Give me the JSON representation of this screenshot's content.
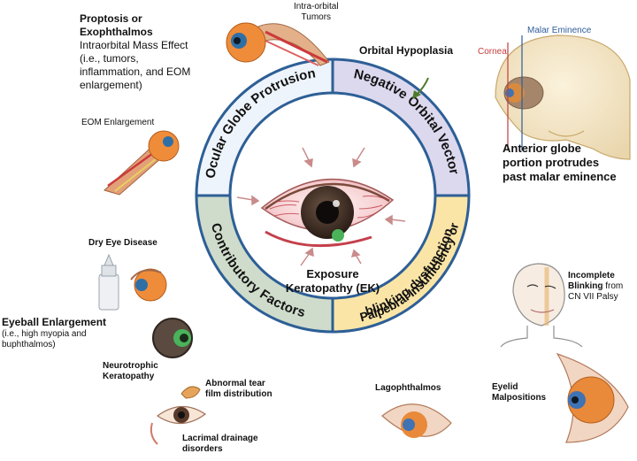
{
  "center": {
    "line1": "Exposure",
    "line2": "Keratopathy (EK)"
  },
  "quadrants": {
    "top_left": "Ocular Globe Protrusion",
    "top_right": "Negative Orbital Vector",
    "bottom_left": "Contributory Factors",
    "bottom_right_line1": "Palpebral Insufficiency or",
    "bottom_right_line2": "blinking dysfunction"
  },
  "labels": {
    "proptosis_title_1": "Proptosis or",
    "proptosis_title_2": "Exophthalmos",
    "proptosis_desc_1": "Intraorbital Mass Effect",
    "proptosis_desc_2": "(i.e., tumors,",
    "proptosis_desc_3": "inflammation, and EOM",
    "proptosis_desc_4": "enlargement)",
    "intraorbital_1": "Intra-orbital",
    "intraorbital_2": "Tumors",
    "orbital_hypoplasia": "Orbital Hypoplasia",
    "malar_eminence": "Malar Eminence",
    "cornea": "Cornea",
    "anterior_1": "Anterior globe",
    "anterior_2": "portion protrudes",
    "anterior_3": "past malar eminence",
    "eom_enlargement": "EOM Enlargement",
    "dry_eye": "Dry Eye Disease",
    "eyeball_title": "Eyeball Enlargement",
    "eyeball_desc_1": "(i.e., high myopia and",
    "eyeball_desc_2": "buphthalmos)",
    "neurotrophic_1": "Neurotrophic",
    "neurotrophic_2": "Keratopathy",
    "abnormal_1": "Abnormal tear",
    "abnormal_2": "film distribution",
    "lacrimal_1": "Lacrimal drainage",
    "lacrimal_2": "disorders",
    "lagophthalmos": "Lagophthalmos",
    "incomplete_1": "Incomplete",
    "incomplete_2": "Blinking",
    "incomplete_2b": " from",
    "incomplete_3": "CN VII Palsy",
    "eyelid_1": "Eyelid",
    "eyelid_2": "Malpositions"
  },
  "colors": {
    "ring_top_left": "#eef4fb",
    "ring_top_right": "#dcd8ee",
    "ring_bottom_left": "#cfdccb",
    "ring_bottom_right": "#fbe5a6",
    "ring_border": "#2d5f96",
    "iris": "#3a2b22",
    "sclera_vessels": "#c4404c",
    "arrow": "#c98b8b"
  }
}
